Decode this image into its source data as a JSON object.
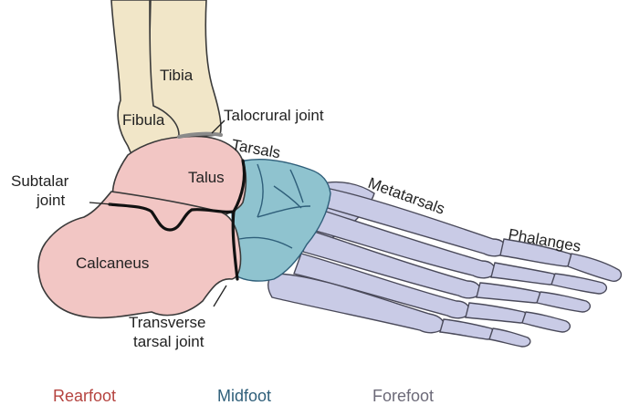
{
  "labels": {
    "tibia": "Tibia",
    "fibula": "Fibula",
    "talocrural_joint": "Talocrural joint",
    "tarsals": "Tarsals",
    "subtalar_joint_line1": "Subtalar",
    "subtalar_joint_line2": "joint",
    "talus": "Talus",
    "metatarsals": "Metatarsals",
    "phalanges": "Phalanges",
    "calcaneus": "Calcaneus",
    "transverse_tarsal_joint_line1": "Transverse",
    "transverse_tarsal_joint_line2": "tarsal joint"
  },
  "regions": {
    "rearfoot": "Rearfoot",
    "midfoot": "Midfoot",
    "forefoot": "Forefoot"
  },
  "colors": {
    "rearfoot": "#f2c6c4",
    "rearfoot_text": "#b5433f",
    "midfoot": "#8fc3cf",
    "midfoot_text": "#2f5f7a",
    "forefoot": "#c9cbe6",
    "forefoot_text": "#6c6a78",
    "leg_bone": "#f1e6c8",
    "outline": "#3a3a3a",
    "joint_line": "#111111"
  }
}
